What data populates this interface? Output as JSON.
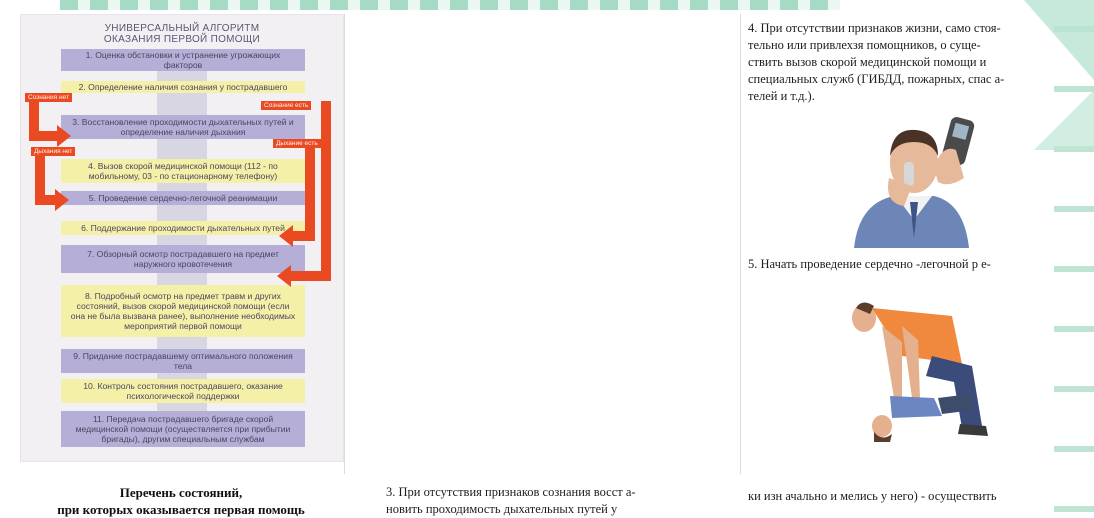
{
  "algorithm": {
    "title_line1": "УНИВЕРСАЛЬНЫЙ АЛГОРИТМ",
    "title_line2": "ОКАЗАНИЯ ПЕРВОЙ ПОМОЩИ",
    "steps": [
      "1. Оценка обстановки и устранение угрожающих факторов",
      "2. Определение наличия сознания у пострадавшего",
      "3. Восстановление проходимости дыхательных путей и определение наличия дыхания",
      "4. Вызов скорой медицинской помощи (112 - по мобильному, 03 - по стационарному телефону)",
      "5. Проведение сердечно-легочной реанимации",
      "6. Поддержание проходимости дыхательных путей",
      "7. Обзорный осмотр пострадавшего на предмет наружного кровотечения",
      "8. Подробный осмотр на предмет травм и других состояний, вызов скорой медицинской помощи (если она не была вызвана ранее), выполнение необходимых мероприятий первой помощи",
      "9. Придание пострадавшему оптимального положения тела",
      "10. Контроль состояния пострадавшего, оказание психологической поддержки",
      "11. Передача пострадавшего бригаде скорой медицинской помощи (осуществляется при прибытии бригады), другим специальным службам"
    ],
    "labels": {
      "no_consciousness": "Сознания нет",
      "consciousness_present": "Сознание есть",
      "no_breathing": "Дыхания нет",
      "breathing_present": "Дыхание есть"
    }
  },
  "caption": {
    "line1": "Перечень состояний,",
    "line2": "при которых оказывается первая помощь"
  },
  "middle_column": {
    "line1": "3. При отсутствия признаков сознания восст  а-",
    "line2": "новить проходимость дыхательных путей у"
  },
  "right_column": {
    "p4_line1": "4. При отсутствии признаков жизни, само стоя-",
    "p4_line2": "тельно или привлехзя помощников, о        суще-",
    "p4_line3": "ствить вызов скорой медицинской помощи и",
    "p4_line4": "специальных служб (ГИБДД, пожарных, спас  а-",
    "p4_line5": "телей и т.д.).",
    "p5": "5. Начать проведение сердечно  -легочной р е-",
    "bottom": "ки изн ачально и мелись у него)  - осуществить"
  },
  "colors": {
    "step_purple": "#b5aed6",
    "step_yellow": "#f5f0a8",
    "arrow_red": "#e94a22"
  }
}
